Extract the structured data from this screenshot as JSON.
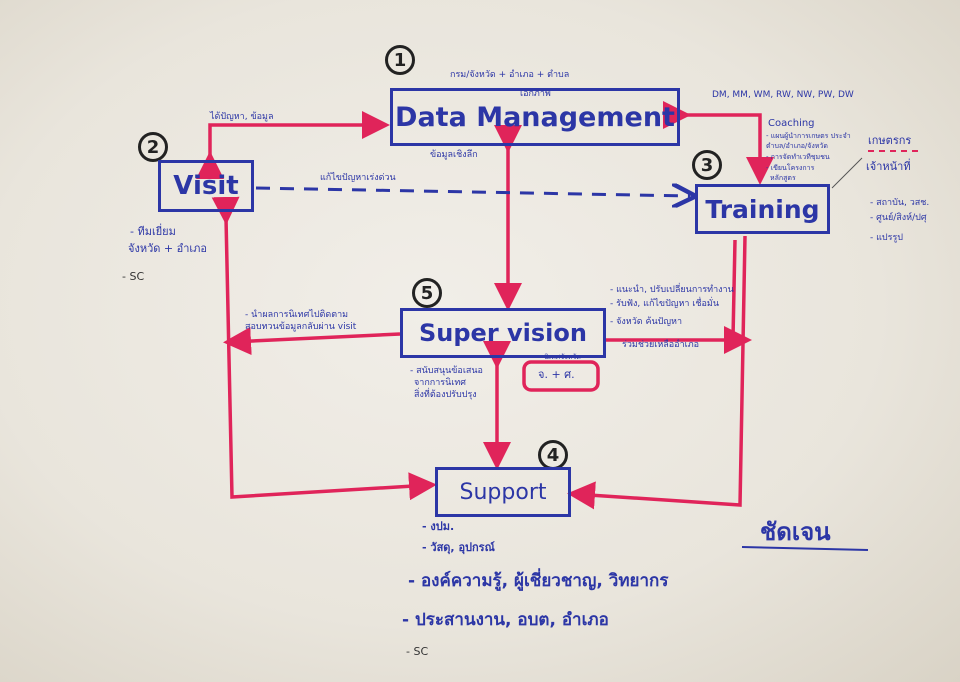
{
  "colors": {
    "ink_blue": "#2c36a6",
    "ink_red": "#e0245a",
    "ink_black": "#222222",
    "paper": "#ece8e0"
  },
  "data_management": {
    "number": "1",
    "title": "Data Management",
    "top_note": "กรม/จังหวัด + อำเภอ + ตำบล",
    "unity_note": "เอกภาพ",
    "bottom_note": "ข้อมูลเชิงลึก"
  },
  "visit": {
    "number": "2",
    "title": "Visit",
    "arrow_note": "ได้ปัญหา, ข้อมูล",
    "dashed_note": "แก้ไขปัญหาเร่งด่วน",
    "notes": [
      "- ทีมเยี่ยม",
      "จังหวัด + อำเภอ",
      "- SC"
    ]
  },
  "training": {
    "number": "3",
    "title": "Training",
    "codes": "DM, MM, WM, RW, NW, PW, DW",
    "coaching": [
      "Coaching",
      "- แผนผู้นำการเกษตร ประจำตำบล/อำเภอ/จังหวัด",
      "- การจัดทำเวทีชุมชน",
      "- เขียนโครงการ",
      "หลักสูตร"
    ],
    "targets": [
      "เกษตรกร",
      "เจ้าหน้าที่"
    ],
    "target_notes": [
      "- สถาบัน, วสช.",
      "- ศูนย์/สิงห์/ปศุ",
      "- แปรรูป"
    ]
  },
  "support": {
    "number": "4",
    "title": "Support",
    "notes": [
      "- งปม.",
      "- วัสดุ, อุปกรณ์",
      "- องค์ความรู้, ผู้เชี่ยวชาญ, วิทยากร",
      "- ประสานงาน, อบต, อำเภอ",
      "- SC"
    ]
  },
  "supervision": {
    "number": "5",
    "title": "Super vision",
    "left_notes": [
      "- นำผลการนิเทศไปติดตาม",
      "สอบทวนข้อมูลกลับผ่าน visit"
    ],
    "bottom_notes": [
      "- สนับสนุนข้อเสนอ",
      "จากการนิเทศ",
      "สิ่งที่ต้องปรับปรุง"
    ],
    "right_notes": [
      "- แนะนำ, ปรับเปลี่ยนการทำงาน",
      "- รับฟัง, แก้ไขปัญหา เชื่อมั่น",
      "- จังหวัด ค้นปัญหา",
      "ร่วมช่วยเหลืออำเภอ"
    ],
    "team_label": "นิเทศจังหวัด",
    "team_box": "จ. + ศ."
  },
  "conclusion": "ชัดเจน"
}
